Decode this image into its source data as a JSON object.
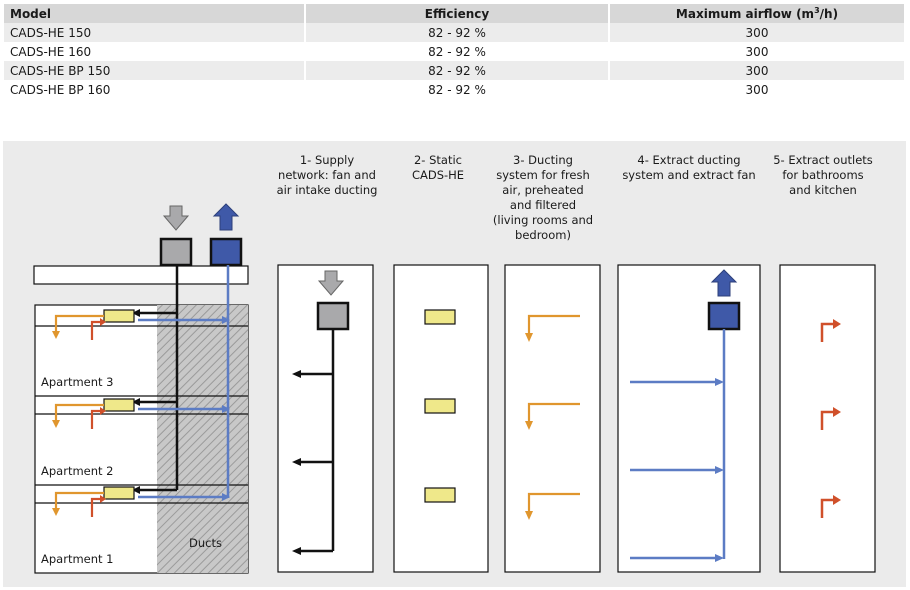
{
  "table": {
    "headers": {
      "model": "Model",
      "efficiency": "Efficiency",
      "airflow_prefix": "Maximum airflow (m",
      "airflow_sup": "3",
      "airflow_suffix": "/h)"
    },
    "rows": [
      {
        "model": "CADS-HE 150",
        "efficiency": "82 - 92 %",
        "airflow": "300"
      },
      {
        "model": "CADS-HE 160",
        "efficiency": "82 - 92 %",
        "airflow": "300"
      },
      {
        "model": "CADS-HE BP 150",
        "efficiency": "82 - 92 %",
        "airflow": "300"
      },
      {
        "model": "CADS-HE BP 160",
        "efficiency": "82 - 92 %",
        "airflow": "300"
      }
    ]
  },
  "diagram": {
    "building": {
      "apartments": [
        "Apartment 3",
        "Apartment 2",
        "Apartment 1"
      ],
      "ducts_label": "Ducts"
    },
    "columns": [
      {
        "lines": [
          "1- Supply",
          "network: fan and",
          "air intake ducting"
        ]
      },
      {
        "lines": [
          "2- Static",
          "CADS-HE"
        ]
      },
      {
        "lines": [
          "3- Ducting",
          "system for fresh",
          "air, preheated",
          "and filtered",
          "(living rooms and",
          "bedroom)"
        ]
      },
      {
        "lines": [
          "4- Extract ducting",
          "system and extract fan"
        ]
      },
      {
        "lines": [
          "5- Extract outlets",
          "for bathrooms",
          "and kitchen"
        ]
      }
    ],
    "colors": {
      "supply": "#111111",
      "extract": "#5c7cc4",
      "fresh": "#e0962e",
      "exhaust_outlet": "#d0502a",
      "unit": "#efe88a",
      "fan_supply": "#a9a9ab",
      "fan_extract": "#3f59a8",
      "panel": "#ebebeb"
    }
  }
}
